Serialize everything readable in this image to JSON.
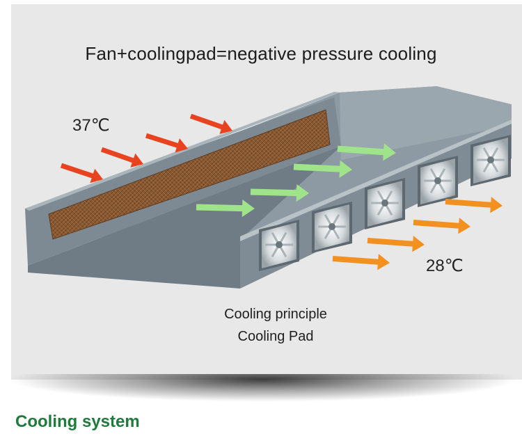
{
  "diagram": {
    "title": "Fan+coolingpad=negative pressure cooling",
    "inlet_temperature": "37℃",
    "outlet_temperature": "28℃",
    "caption_line1": "Cooling principle",
    "caption_line2": "Cooling Pad",
    "fan_count": 5,
    "colors": {
      "hot_air_arrow": "#e8431e",
      "cool_air_arrow": "#9fe38a",
      "exhaust_arrow": "#f29020",
      "cooling_pad": "#8a5a34",
      "housing": "#7a8790"
    }
  },
  "footer": {
    "section_title": "Cooling system"
  }
}
